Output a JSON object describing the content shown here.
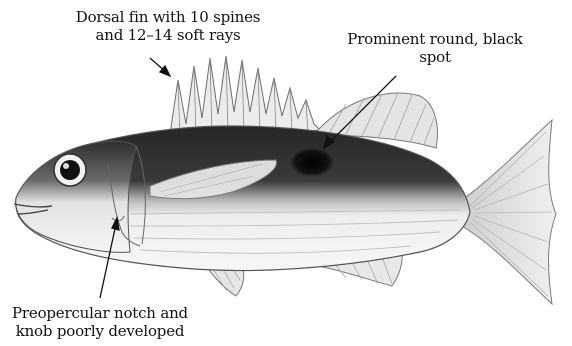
{
  "annotations": {
    "dorsal_fin": {
      "line1": "Dorsal fin with 10 spines",
      "line2": "and 12–14 soft rays"
    },
    "black_spot": {
      "line1": "Prominent round, black",
      "line2": "spot"
    },
    "preopercular": {
      "line1": "Preopercular notch and",
      "line2": "knob poorly developed"
    }
  },
  "colors": {
    "text": "#111111",
    "dark_back": "#2b2b2b",
    "body_light": "#f4f4f4",
    "fin": "#e6e6e6",
    "spot": "#0a0a0a"
  }
}
